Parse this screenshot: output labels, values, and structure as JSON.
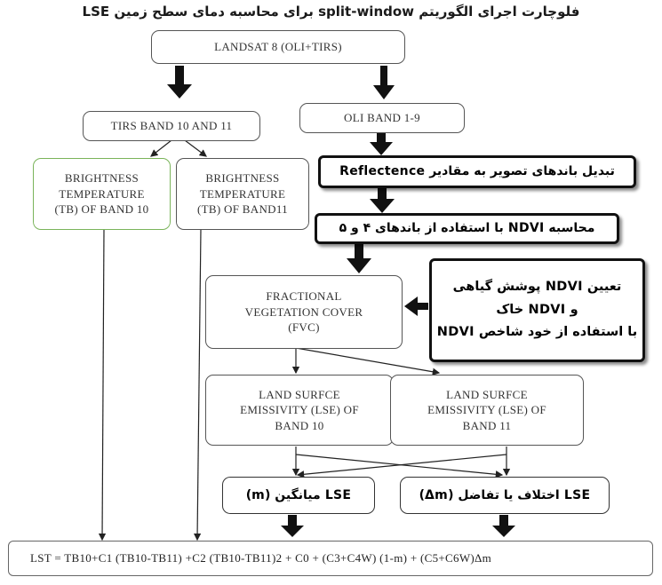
{
  "title": "فلوچارت اجرای الگوریتم split-window برای محاسبه دمای سطح زمین LSE",
  "boxes": {
    "landsat": "LANDSAT 8 (OLI+TIRS)",
    "tirs": "TIRS BAND 10 AND 11",
    "oli": "OLI BAND 1-9",
    "bt10": [
      "BRIGHTNESS",
      "TEMPERATURE",
      "(TB) OF BAND 10"
    ],
    "bt11": [
      "BRIGHTNESS",
      "TEMPERATURE",
      "(TB) OF BAND11"
    ],
    "reflectance": "تبدیل باندهای تصویر به مقادیر Reflectence",
    "ndvi_calc": "محاسبه NDVI با استفاده از باندهای ۴ و ۵",
    "ndvi_desc": [
      "تعیین NDVI پوشش گیاهی",
      "و NDVI خاک",
      "با استفاده از خود شاخص NDVI"
    ],
    "fvc": [
      "FRACTIONAL",
      "VEGETATION COVER",
      "(FVC)"
    ],
    "lse10": [
      "LAND SURFCE",
      "EMISSIVITY (LSE) OF",
      "BAND 10"
    ],
    "lse11": [
      "LAND SURFCE",
      "EMISSIVITY (LSE) OF",
      "BAND 11"
    ],
    "lse_mean": "LSE میانگین (m)",
    "lse_diff": "LSE اختلاف یا تفاضل (Δm)",
    "lst_formula": "LST = TB10+C1 (TB10-TB11) +C2 (TB10-TB11)2 + C0 + (C3+C4W) (1-m) + (C5+C6W)Δm"
  }
}
